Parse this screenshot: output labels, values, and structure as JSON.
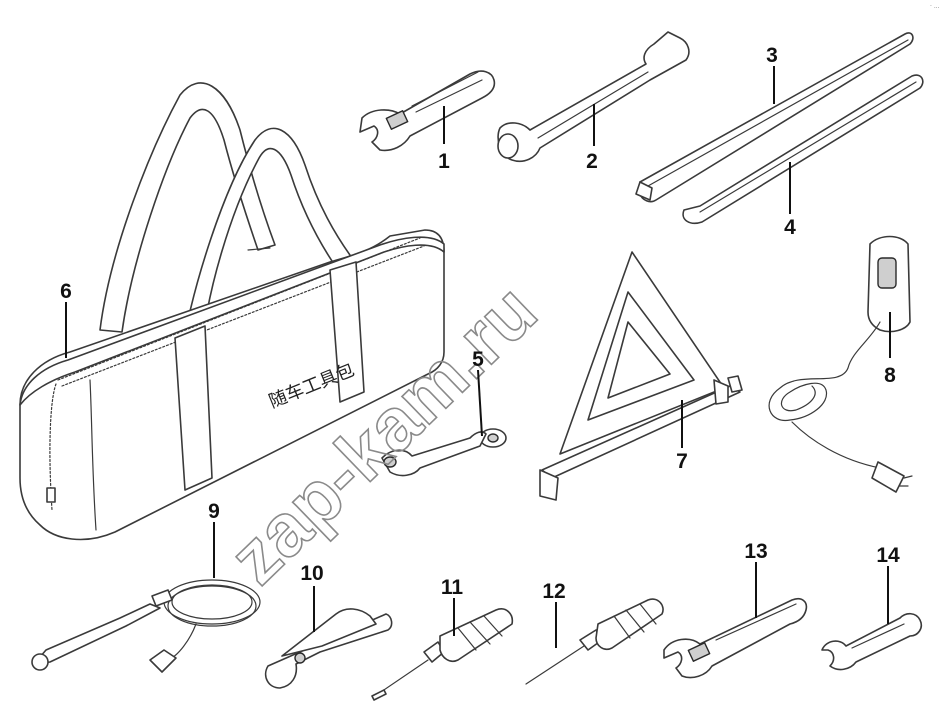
{
  "diagram": {
    "parts": [
      {
        "id": "part-1",
        "label": "1"
      },
      {
        "id": "part-2",
        "label": "2"
      },
      {
        "id": "part-3",
        "label": "3"
      },
      {
        "id": "part-4",
        "label": "4"
      },
      {
        "id": "part-5",
        "label": "5"
      },
      {
        "id": "part-6",
        "label": "6"
      },
      {
        "id": "part-7",
        "label": "7"
      },
      {
        "id": "part-8",
        "label": "8"
      },
      {
        "id": "part-9",
        "label": "9"
      },
      {
        "id": "part-10",
        "label": "10"
      },
      {
        "id": "part-11",
        "label": "11"
      },
      {
        "id": "part-12",
        "label": "12"
      },
      {
        "id": "part-13",
        "label": "13"
      },
      {
        "id": "part-14",
        "label": "14"
      }
    ],
    "bag_text": "随车工具包",
    "watermark": "zap-kam.ru",
    "corner_mark": "· ..."
  },
  "colors": {
    "ink": "#3a3a3a",
    "label": "#111111",
    "watermark": "#8a8a8a",
    "background": "#ffffff"
  }
}
